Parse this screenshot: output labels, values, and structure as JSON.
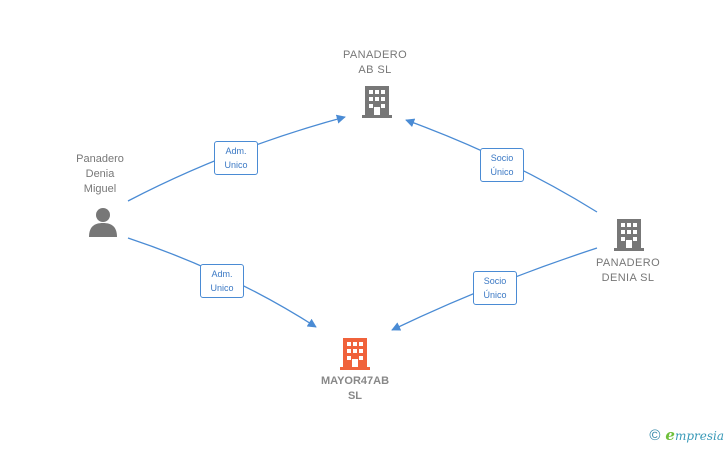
{
  "colors": {
    "edge": "#4a8bd4",
    "icon_default": "#777777",
    "icon_focus": "#f0623b"
  },
  "nodes": {
    "panadero_ab": {
      "label": "PANADERO\nAB  SL",
      "icon": "building-icon"
    },
    "persona": {
      "label": "Panadero\nDenia\nMiguel",
      "icon": "person-icon"
    },
    "panadero_denia": {
      "label": "PANADERO\nDENIA SL",
      "icon": "building-icon"
    },
    "mayor": {
      "label": "MAYOR47AB\nSL",
      "icon": "building-icon"
    }
  },
  "edges": {
    "persona_to_ab": {
      "label": "Adm.\nUnico"
    },
    "persona_to_mayor": {
      "label": "Adm.\nUnico"
    },
    "denia_to_ab": {
      "label": "Socio\nÚnico"
    },
    "denia_to_mayor": {
      "label": "Socio\nÚnico"
    }
  },
  "brand": {
    "copyright": "©",
    "logo_initial": "e",
    "logo_rest": "mpresia"
  }
}
